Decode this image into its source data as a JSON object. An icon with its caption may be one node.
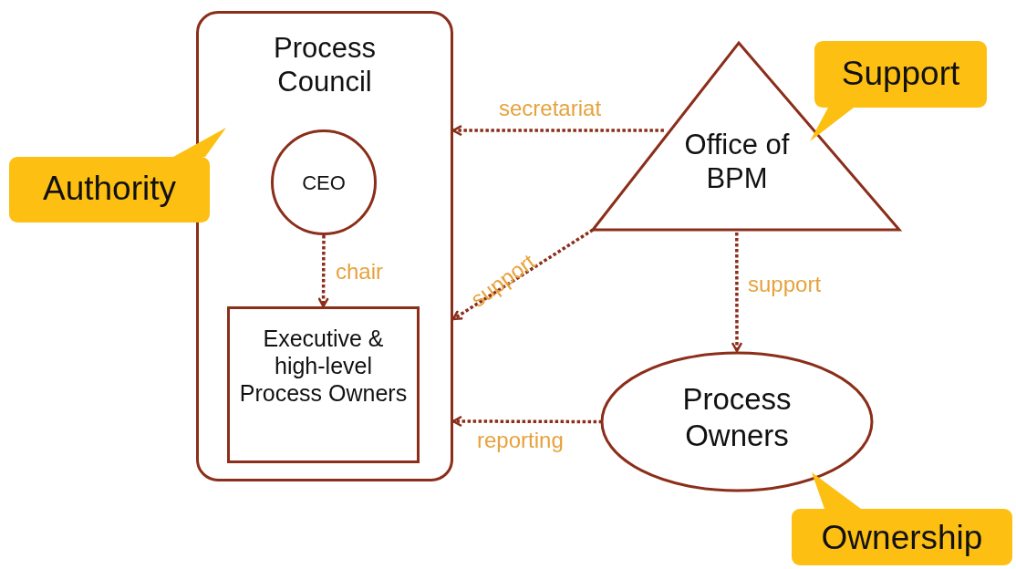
{
  "diagram": {
    "nodes": [
      {
        "text": [
          "Process Council"
        ]
      },
      {
        "text": [
          "CEO"
        ],
        "in": 0
      },
      {
        "text": [
          "Executive & high-level Process Owners"
        ],
        "in": 0
      },
      {
        "text": [
          "Office of BPM"
        ]
      },
      {
        "text": [
          "Process Owners"
        ]
      },
      {
        "text": [
          "Authority"
        ]
      },
      {
        "text": [
          "Support"
        ]
      },
      {
        "text": [
          "Ownership"
        ]
      }
    ],
    "edges": [
      {
        "from": 3,
        "to": 0,
        "arrow": "to",
        "label": "secretariat",
        "style": "dashed"
      },
      {
        "from": 3,
        "to": 0,
        "arrow": "to",
        "label": "support",
        "style": "dashed"
      },
      {
        "from": 1,
        "to": 2,
        "arrow": "to",
        "label": "chair",
        "style": "dashed"
      },
      {
        "from": 3,
        "to": 4,
        "arrow": "to",
        "label": "support",
        "style": "dashed"
      },
      {
        "from": 4,
        "to": 0,
        "arrow": "to",
        "label": "reporting",
        "style": "dashed"
      }
    ]
  }
}
